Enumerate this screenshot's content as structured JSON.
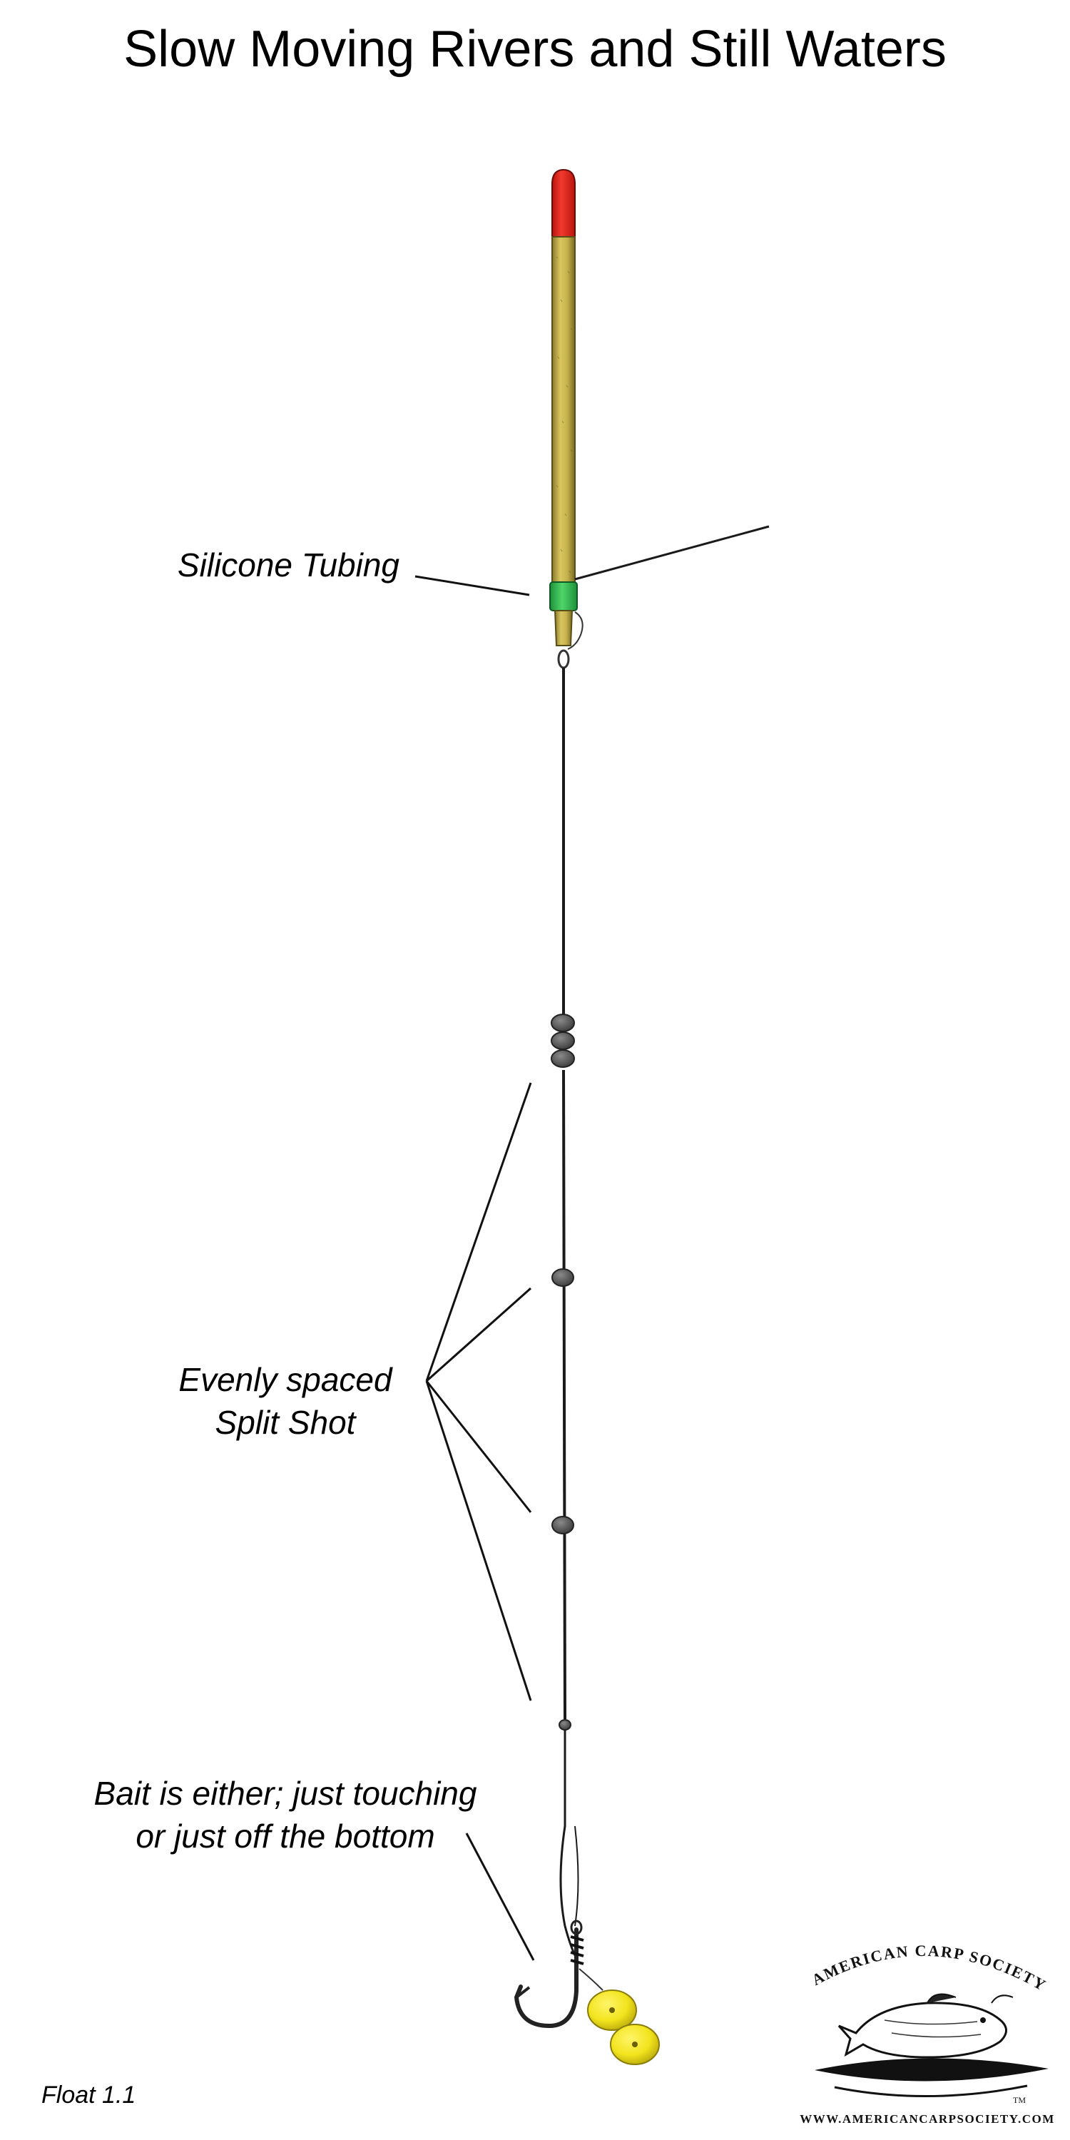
{
  "title": "Slow Moving Rivers and Still Waters",
  "labels": {
    "silicone_tubing": "Silicone Tubing",
    "split_shot_line1": "Evenly spaced",
    "split_shot_line2": "Split Shot",
    "bait_line1": "Bait is either; just touching",
    "bait_line2": "or just off the bottom"
  },
  "caption": "Float 1.1",
  "logo": {
    "name": "AMERICAN CARP SOCIETY",
    "url": "WWW.AMERICANCARPSOCIETY.COM",
    "tm": "TM"
  },
  "colors": {
    "float_tip": "#e8241c",
    "float_body": "#c7b44e",
    "float_body_dark": "#8a7a2a",
    "silicone_tubing": "#3fc25a",
    "shot": "#555555",
    "bait": "#f2e41c",
    "line": "#1a1a1a"
  }
}
